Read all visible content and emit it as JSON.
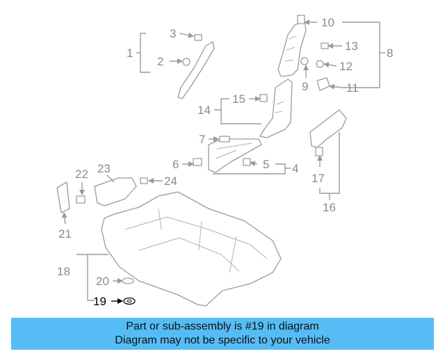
{
  "diagram": {
    "callouts": [
      "1",
      "2",
      "3",
      "4",
      "5",
      "6",
      "7",
      "8",
      "9",
      "10",
      "11",
      "12",
      "13",
      "14",
      "15",
      "16",
      "17",
      "18",
      "19",
      "20",
      "21",
      "22",
      "23",
      "24"
    ],
    "highlighted_callout": "19"
  },
  "banner": {
    "line1": "Part or sub-assembly is #19 in diagram",
    "line2": "Diagram may not be specific to your vehicle",
    "background": "#56bcf5"
  }
}
